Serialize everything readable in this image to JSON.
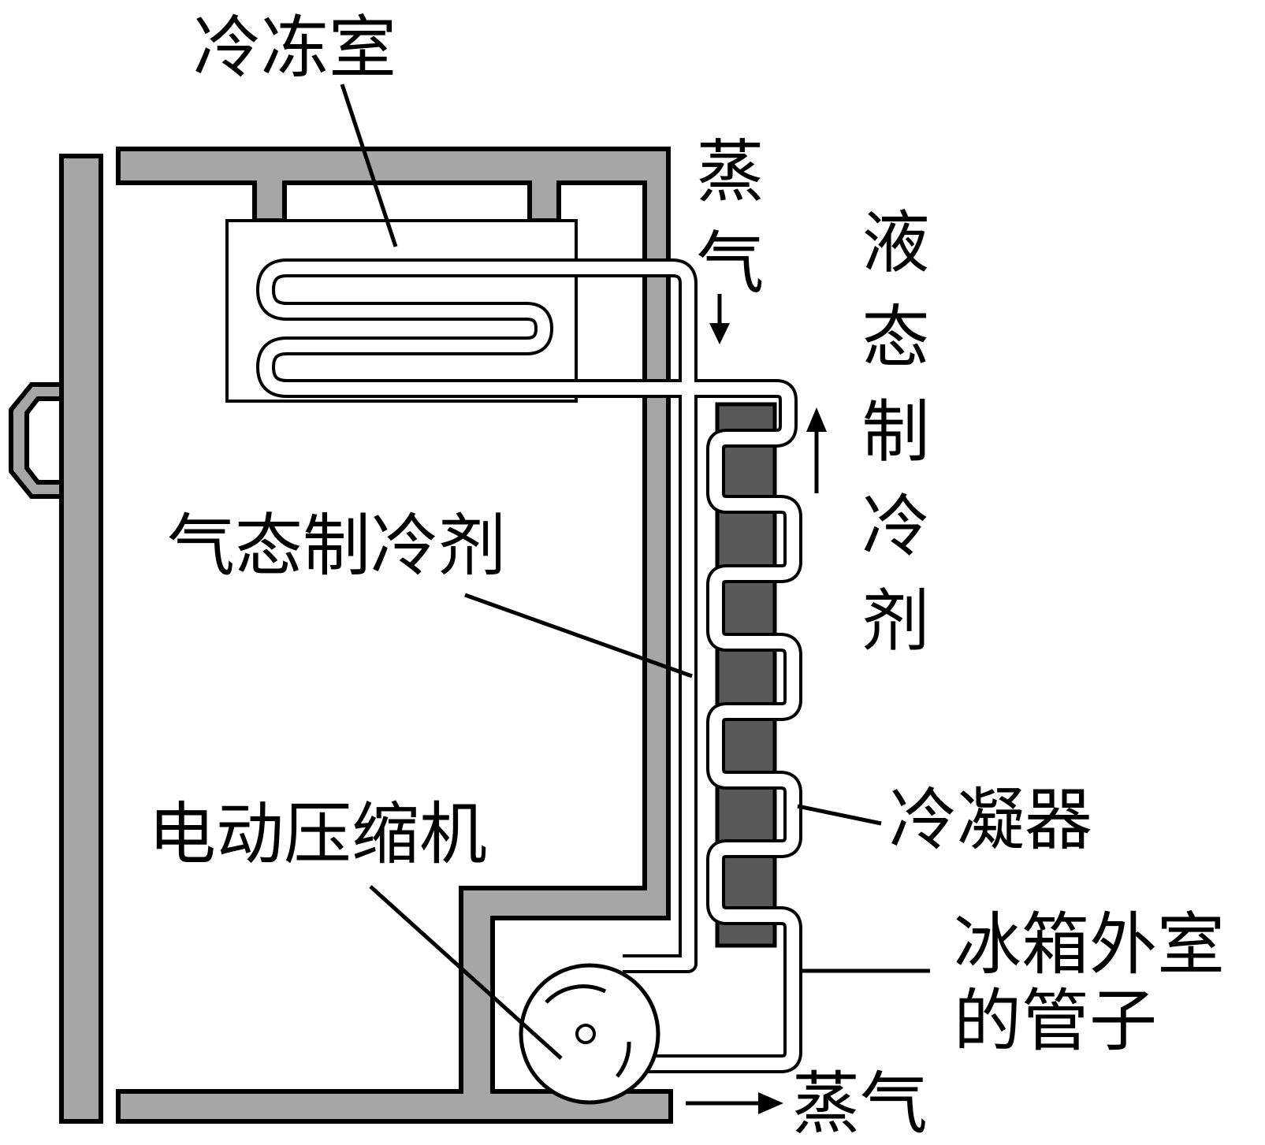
{
  "colors": {
    "wall": "#a6a6a6",
    "condenser": "#595959",
    "outline": "#000000",
    "background": "#ffffff"
  },
  "labels": {
    "freezer": "冷冻室",
    "vapor_top": "蒸气",
    "liquid_refrigerant": "液态制冷剂",
    "gas_refrigerant": "气态制冷剂",
    "compressor": "电动压缩机",
    "condenser": "冷凝器",
    "outer_pipe_line1": "冰箱外室",
    "outer_pipe_line2": "的管子",
    "vapor_bottom": "蒸气"
  },
  "arrows": {
    "vapor_top": "down",
    "liquid_refrigerant": "up",
    "vapor_bottom": "right"
  }
}
